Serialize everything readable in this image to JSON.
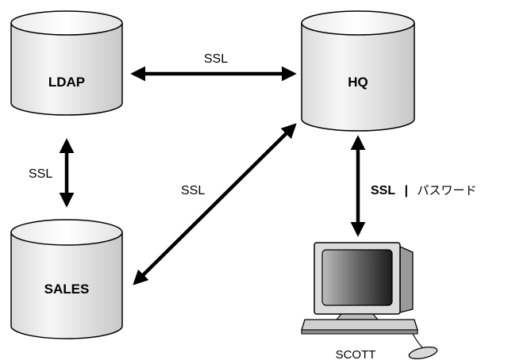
{
  "nodes": {
    "ldap": "LDAP",
    "hq": "HQ",
    "sales": "SALES",
    "client": "SCOTT"
  },
  "connections": {
    "ldap_hq": "SSL",
    "ldap_sales": "SSL",
    "sales_hq": "SSL",
    "hq_client": {
      "protocol": "SSL",
      "separator": "|",
      "auth": "パスワード"
    }
  }
}
